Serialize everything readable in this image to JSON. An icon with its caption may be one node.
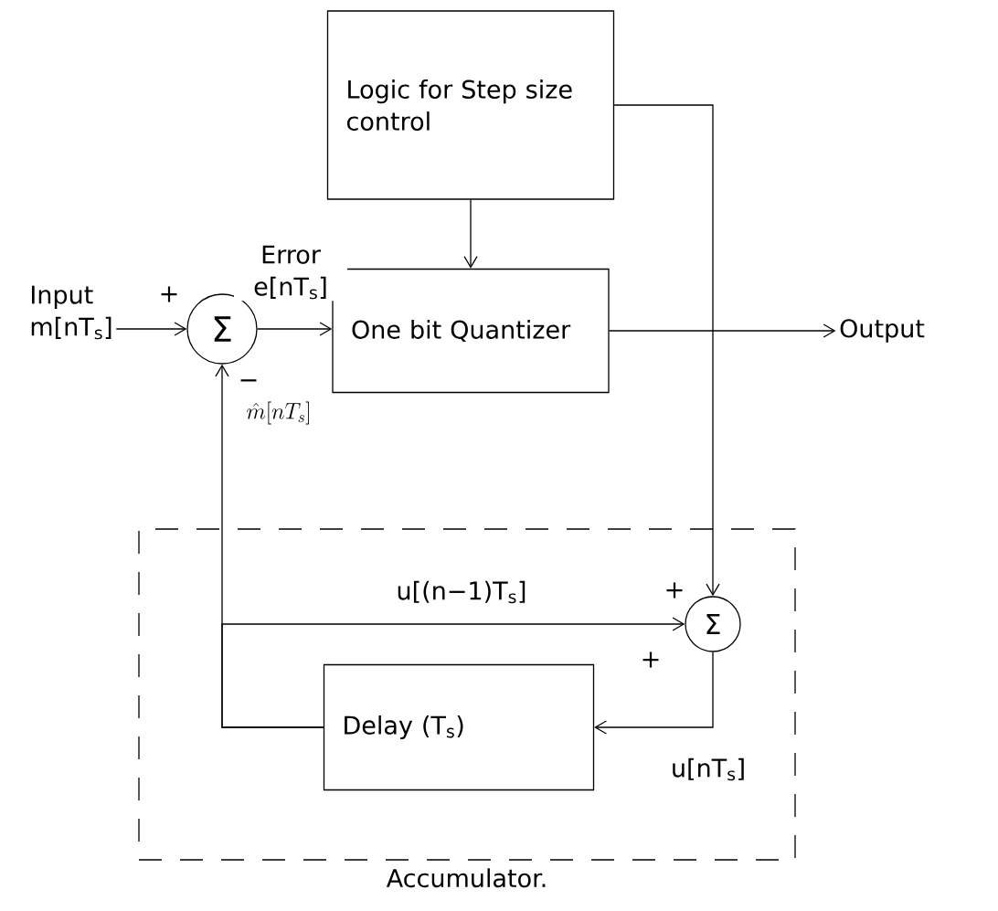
{
  "diagram": {
    "nodes": [
      {
        "text": [
          "Logic for Step size control"
        ]
      },
      {
        "text": [
          "Input",
          "m[nT$_{s}$]"
        ]
      },
      {
        "text": [
          "Σ"
        ]
      },
      {
        "text": [
          "One bit Quantizer"
        ]
      },
      {
        "text": [
          "Output"
        ]
      },
      {
        "text": [
          "Accumulator."
        ]
      },
      {
        "text": [
          "Σ"
        ],
        "in": 5
      },
      {
        "text": [
          "Delay (T$_{s}$)"
        ],
        "in": 5
      }
    ],
    "edges": [
      {
        "from": 0,
        "to": 3,
        "arrow": "to"
      },
      {
        "from": 0,
        "to": 6,
        "arrow": "to"
      },
      {
        "from": 1,
        "to": 2,
        "arrow": "to"
      },
      {
        "from": 2,
        "to": 3,
        "arrow": "to",
        "label": "Error e[nT$_{s}$]"
      },
      {
        "from": 3,
        "to": 4,
        "arrow": "to"
      },
      {
        "from": 6,
        "to": 7,
        "arrow": "to",
        "label": "u[nT$_{s}$]"
      },
      {
        "from": 7,
        "to": 2,
        "arrow": "to",
        "label": "\\hat{m}[nT_{s}]"
      },
      {
        "from": 7,
        "to": 6,
        "arrow": "to",
        "label": "u[(n−1)T$_{s}$]"
      }
    ],
    "labels": [
      "+",
      "−",
      "+",
      "+"
    ]
  }
}
